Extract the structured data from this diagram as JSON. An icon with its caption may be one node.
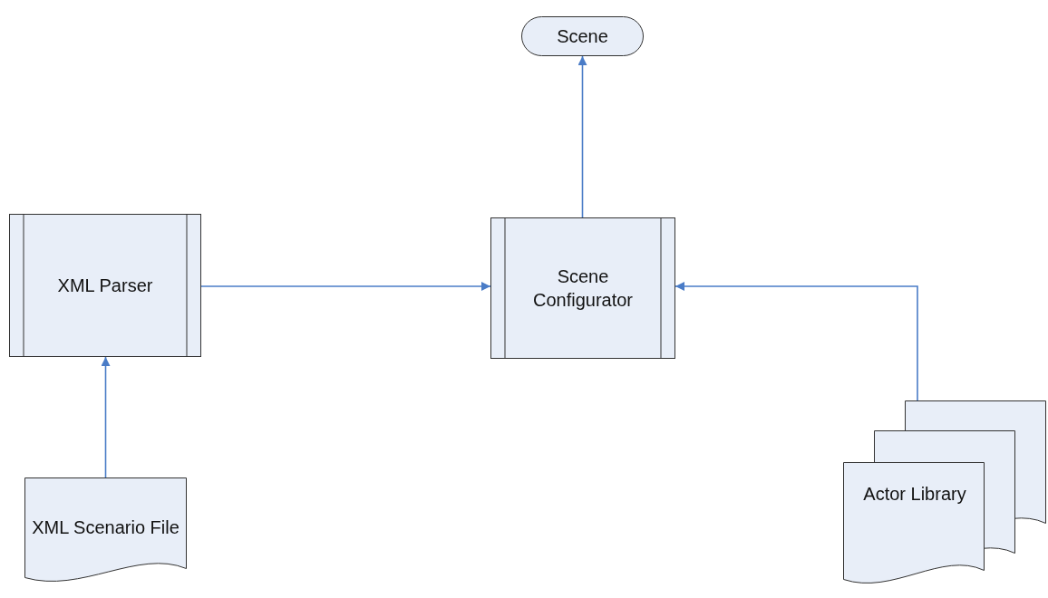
{
  "diagram": {
    "nodes": [
      {
        "text": [
          "Scene"
        ]
      },
      {
        "text": [
          "XML Parser"
        ]
      },
      {
        "text": [
          "Scene Configurator"
        ]
      },
      {
        "text": [
          "XML Scenario File"
        ]
      },
      {
        "text": [
          "Actor Library"
        ]
      }
    ],
    "edges": [
      {
        "from": 3,
        "to": 1,
        "arrow": "to"
      },
      {
        "from": 1,
        "to": 2,
        "arrow": "to"
      },
      {
        "from": 4,
        "to": 2,
        "arrow": "to"
      },
      {
        "from": 2,
        "to": 0,
        "arrow": "to"
      }
    ]
  }
}
